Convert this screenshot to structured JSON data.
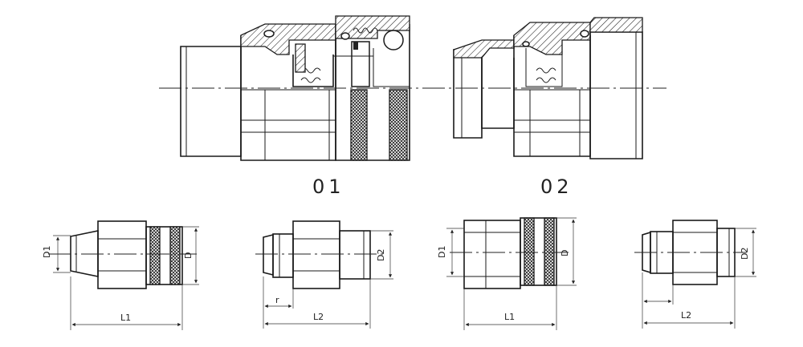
{
  "captions": {
    "left": "01",
    "right": "02"
  },
  "dimensions": {
    "d1": "D1",
    "d": "D",
    "l1": "L1",
    "d2": "D2",
    "r": "r",
    "l2": "L2"
  }
}
